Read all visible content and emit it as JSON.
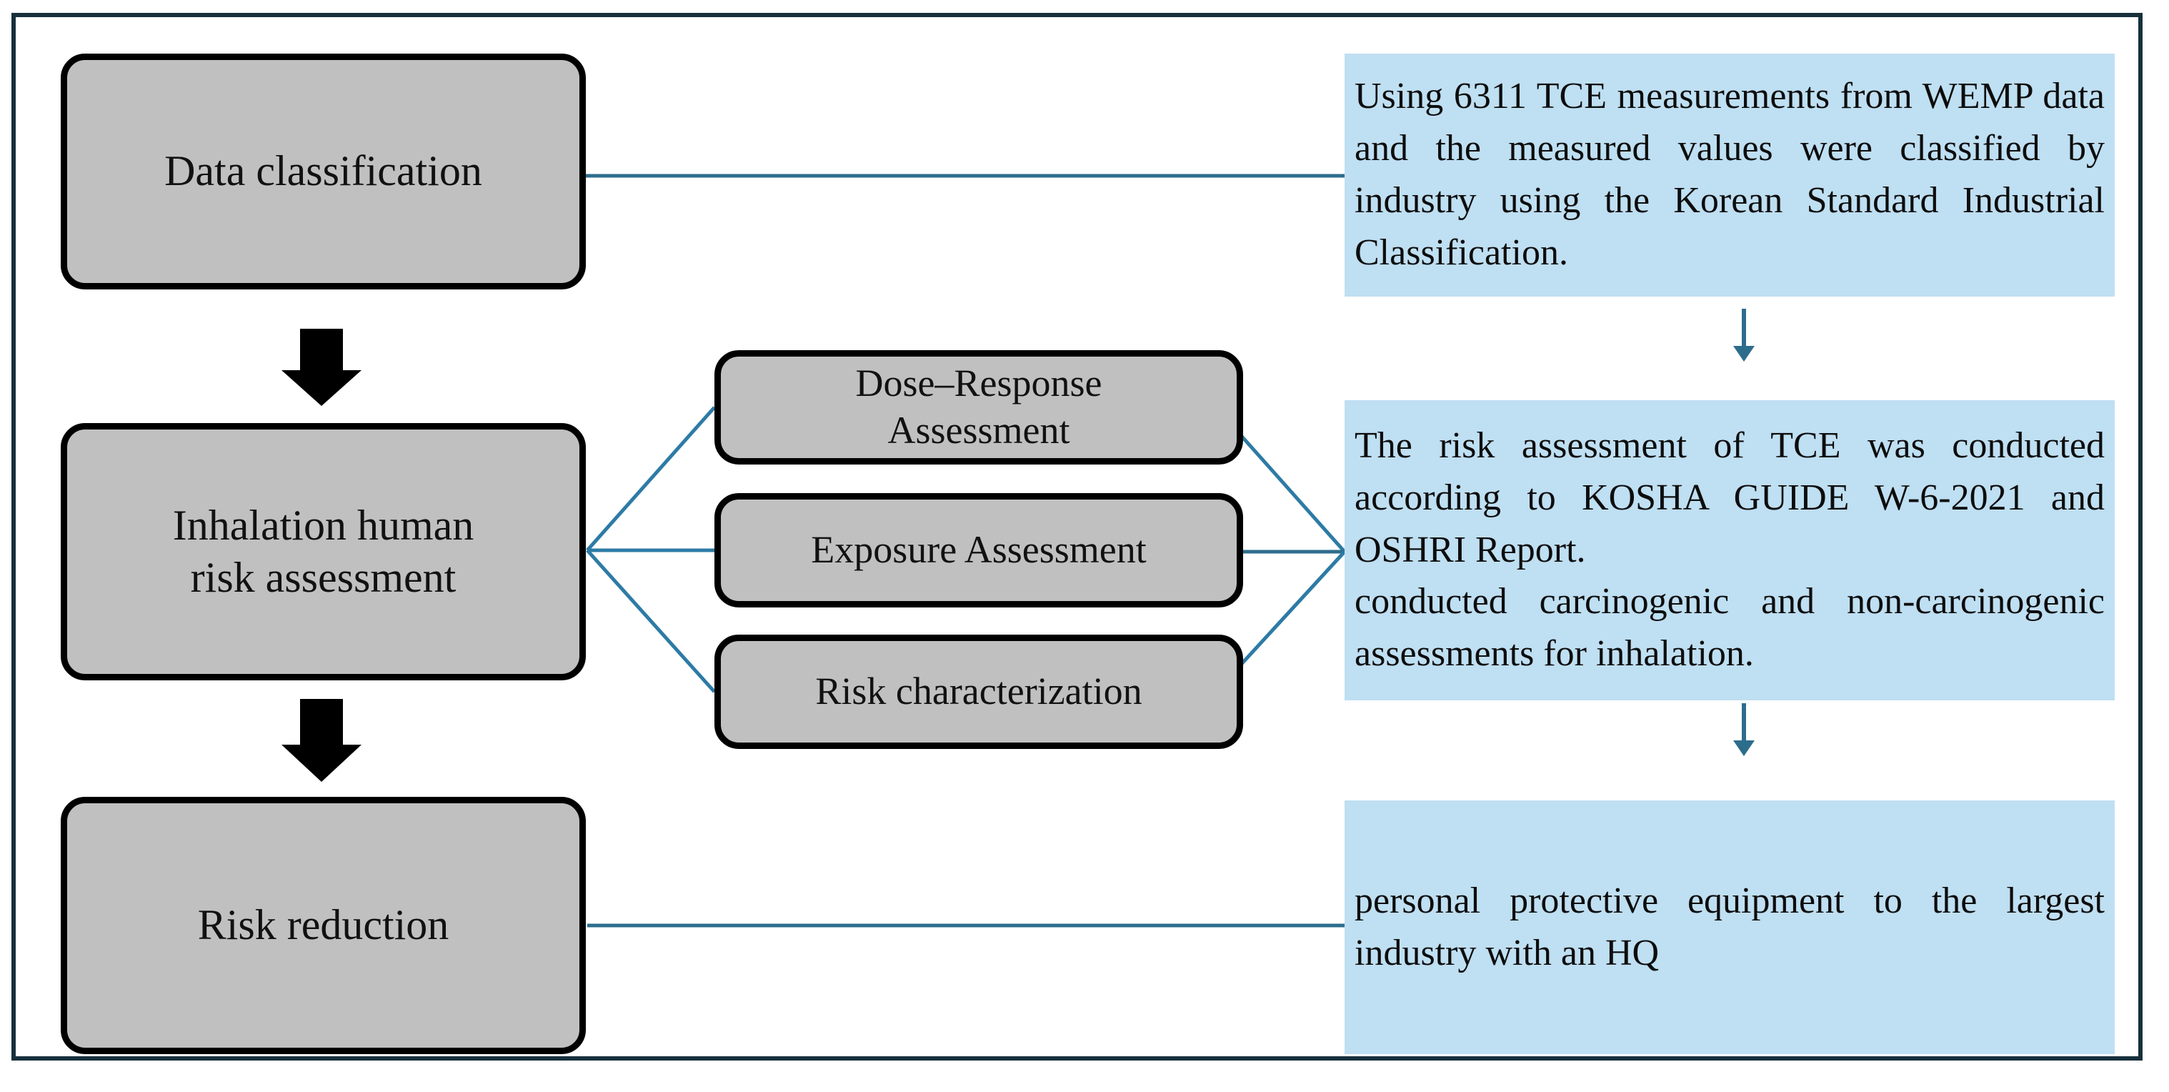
{
  "diagram": {
    "title": "Inhalation human risk assessment flowchart",
    "colors": {
      "frame": "#17303c",
      "box_fill": "#c0c0c0",
      "box_border": "#000000",
      "panel_fill": "#bfdff2",
      "connector": "#2d7ba5",
      "arrow": "#000000"
    }
  },
  "process_steps": [
    {
      "id": "data-classification",
      "label": "Data classification"
    },
    {
      "id": "inhalation-human-risk-assessment",
      "line1": "Inhalation human",
      "line2": "risk assessment"
    },
    {
      "id": "risk-reduction",
      "label": "Risk reduction"
    }
  ],
  "sub_steps": [
    {
      "id": "dose-response-assessment",
      "line1": "Dose–Response",
      "line2": "Assessment"
    },
    {
      "id": "exposure-assessment",
      "label": "Exposure Assessment"
    },
    {
      "id": "risk-characterization",
      "label": "Risk characterization"
    }
  ],
  "annotations": [
    {
      "id": "annotation-data-classification",
      "text": "Using 6311 TCE measurements from WEMP data and the measured values were classified by industry using the Korean Standard Industrial Classification."
    },
    {
      "id": "annotation-risk-assessment",
      "paragraph1": "The risk assessment of TCE was conducted according to KOSHA GUIDE W-6-2021 and OSHRI Report.",
      "paragraph2": "conducted carcinogenic and non-carcinogenic assessments for inhalation."
    },
    {
      "id": "annotation-risk-reduction",
      "text": "personal protective equipment to the largest industry with an HQ"
    }
  ],
  "icons": {
    "flow_arrow_1": "down-arrow-icon",
    "flow_arrow_2": "down-arrow-icon",
    "panel_arrow_1": "down-arrow-thin-icon",
    "panel_arrow_2": "down-arrow-thin-icon"
  }
}
